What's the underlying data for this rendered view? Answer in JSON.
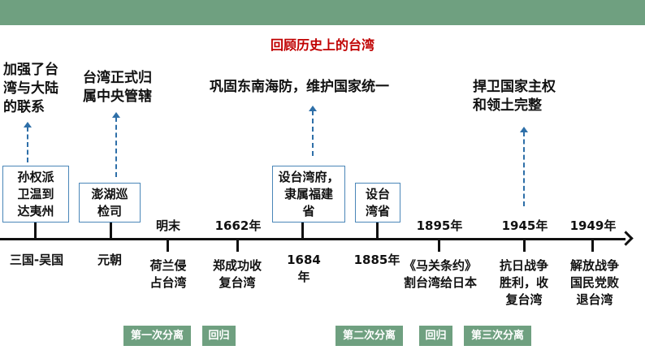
{
  "header": {
    "title": "回顾历史上的台湾",
    "bar_color": "#6fa080",
    "title_color": "#c00000"
  },
  "significance": [
    {
      "lines": [
        "加强了台",
        "湾与大陆",
        "的联系"
      ]
    },
    {
      "lines": [
        "台湾正式归",
        "属中央管辖"
      ]
    },
    {
      "lines": [
        "巩固东南海防，维护国家统一"
      ]
    },
    {
      "lines": [
        "捍卫国家主权",
        "和领土完整"
      ]
    }
  ],
  "boxes": [
    {
      "lines": [
        "孙权派",
        "卫温到",
        "达夷州"
      ]
    },
    {
      "lines": [
        "澎湖巡",
        "检司"
      ]
    },
    {
      "lines": [
        "设台湾府，",
        "隶属福建",
        "省"
      ]
    },
    {
      "lines": [
        "设台",
        "湾省"
      ]
    }
  ],
  "timeline": {
    "above": [
      "明末",
      "1662年",
      "1895年",
      "1945年",
      "1949年"
    ],
    "below": [
      {
        "lines": [
          "三国-吴国"
        ]
      },
      {
        "lines": [
          "元朝"
        ]
      },
      {
        "lines": [
          "荷兰侵",
          "占台湾"
        ]
      },
      {
        "lines": [
          "郑成功收",
          "复台湾"
        ]
      },
      {
        "lines": [
          "1684",
          "年"
        ]
      },
      {
        "lines": [
          "1885年"
        ]
      },
      {
        "lines": [
          "《马关条约》",
          "割台湾给日本"
        ]
      },
      {
        "lines": [
          "抗日战争",
          "胜利，收",
          "复台湾"
        ]
      },
      {
        "lines": [
          "解放战争",
          "国民党败",
          "退台湾"
        ]
      }
    ]
  },
  "phases": [
    "第一次分离",
    "回归",
    "第二次分离",
    "回归",
    "第三次分离"
  ],
  "colors": {
    "arrow": "#2e6fa8",
    "box_border": "#4a86b8",
    "phase_bg": "#6fa080"
  }
}
